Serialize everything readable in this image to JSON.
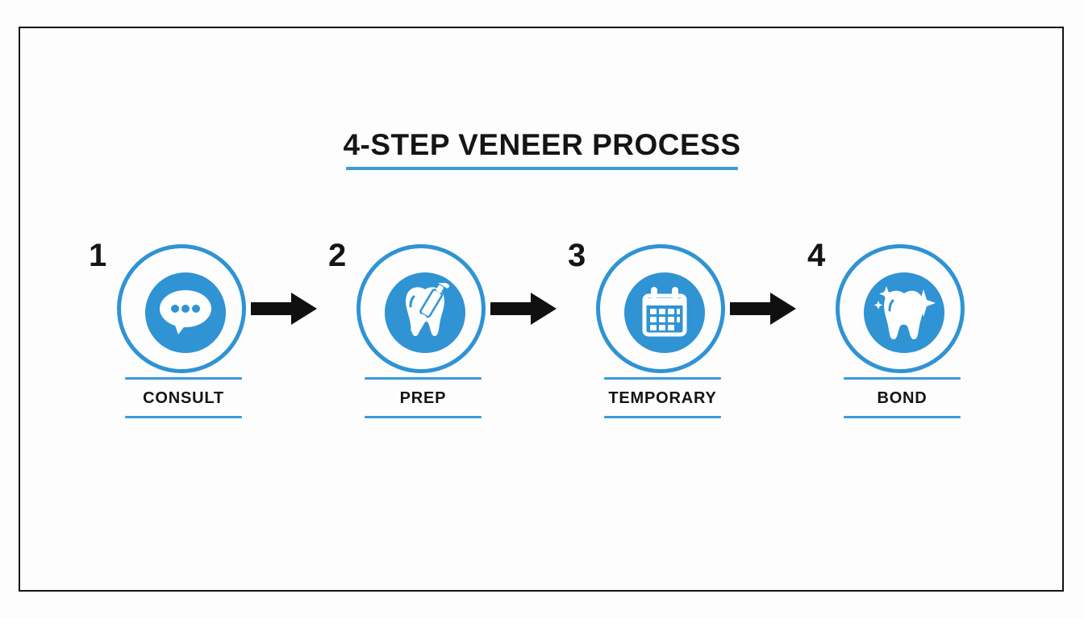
{
  "page": {
    "title": "4-STEP VENEER PROCESS",
    "background_color": "#fdfdfd",
    "border_color": "#141414",
    "accent_color": "#2f93d4",
    "rule_color": "#3a9bd9",
    "text_color": "#141414"
  },
  "steps": [
    {
      "number": "1",
      "label": "CONSULT",
      "icon": "speech-bubble-icon"
    },
    {
      "number": "2",
      "label": "PREP",
      "icon": "tooth-drill-icon"
    },
    {
      "number": "3",
      "label": "TEMPORARY",
      "icon": "calendar-icon"
    },
    {
      "number": "4",
      "label": "BOND",
      "icon": "sparkling-tooth-icon"
    }
  ],
  "arrows": [
    {
      "name": "arrow-1-to-2"
    },
    {
      "name": "arrow-2-to-3"
    },
    {
      "name": "arrow-3-to-4"
    }
  ]
}
